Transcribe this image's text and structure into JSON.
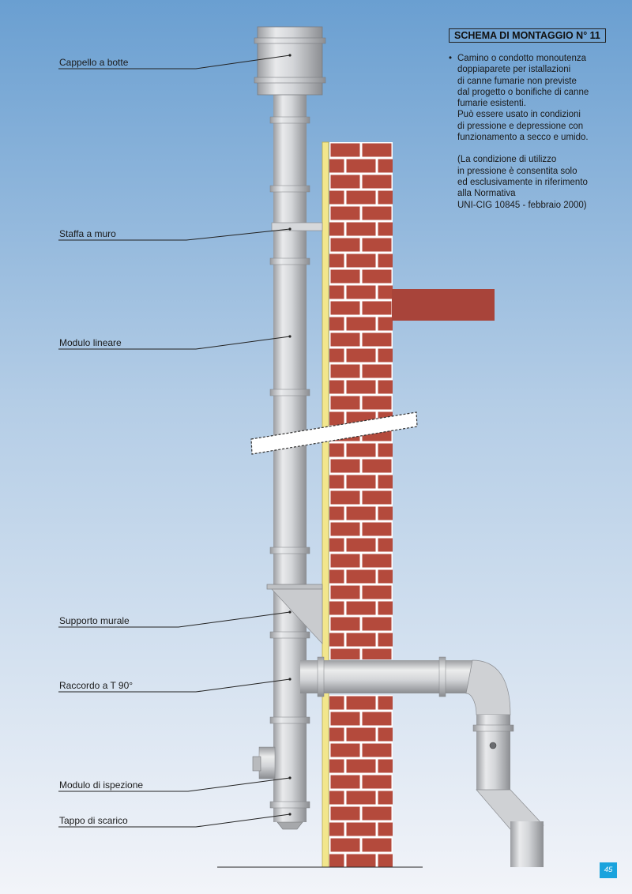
{
  "title": "SCHEMA DI MONTAGGIO N° 11",
  "description": {
    "bullet": "•",
    "lines_main": [
      "Camino o condotto monoutenza",
      "doppiaparete per istallazioni",
      "di canne fumarie non previste",
      "dal progetto o bonifiche di canne",
      "fumarie esistenti.",
      "Può essere usato in condizioni",
      "di pressione e depressione con",
      "funzionamento a secco e umido."
    ],
    "lines_note": [
      "(La condizione di utilizzo",
      "in pressione è consentita solo",
      "ed esclusivamente in riferimento",
      "alla Normativa",
      "UNI-CIG 10845 - febbraio 2000)"
    ]
  },
  "labels": {
    "cappello": "Cappello a botte",
    "staffa": "Staffa a muro",
    "modulo_lineare": "Modulo lineare",
    "supporto": "Supporto murale",
    "raccordo": "Raccordo a T 90°",
    "ispezione": "Modulo di ispezione",
    "tappo": "Tappo di scarico"
  },
  "page_number": "45",
  "colors": {
    "sky_top": "#6a9fd1",
    "sky_bottom": "#f2f4f9",
    "brick": "#b44a3c",
    "mortar": "#ffffff",
    "insulation": "#f2e68c",
    "pipe": "#d2d4d7",
    "accent": "#1aa3dd"
  }
}
